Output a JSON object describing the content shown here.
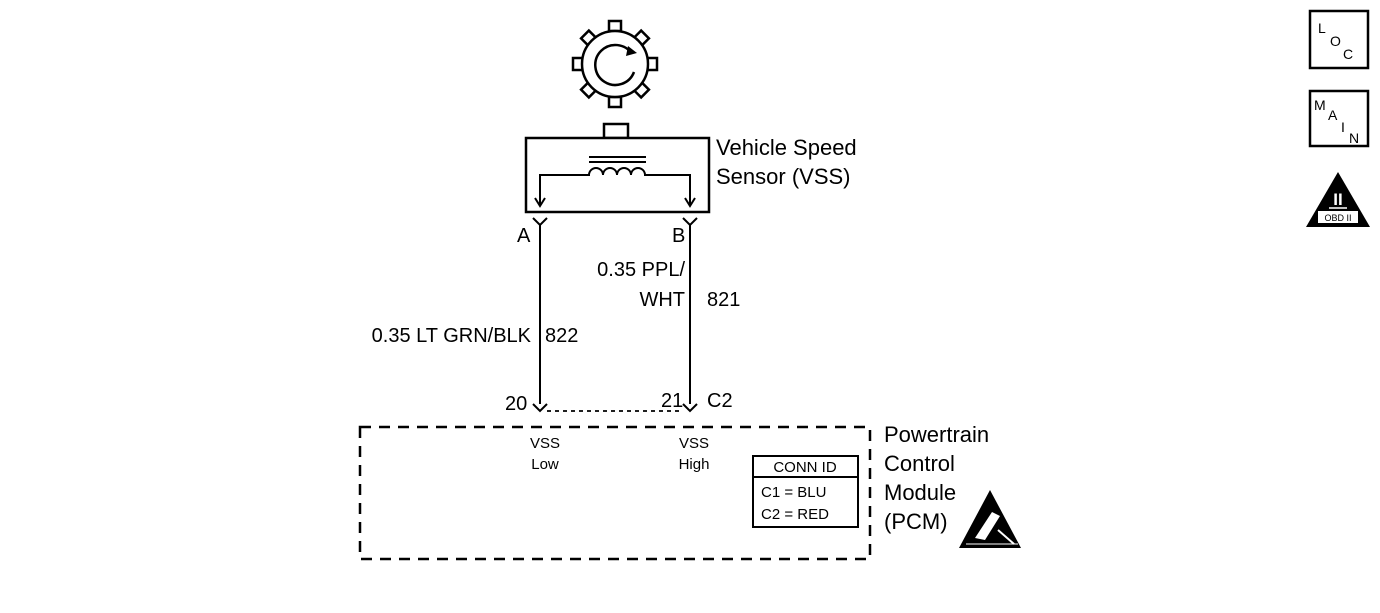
{
  "sensor": {
    "name_line1": "Vehicle Speed",
    "name_line2": "Sensor (VSS)",
    "pin_a": "A",
    "pin_b": "B"
  },
  "wires": {
    "a": {
      "gauge_color": "0.35 LT GRN/BLK",
      "circuit": "822"
    },
    "b": {
      "gauge_color_line1": "0.35 PPL/",
      "gauge_color_line2": "WHT",
      "circuit": "821"
    }
  },
  "pcm": {
    "pin_20": "20",
    "pin_21": "21",
    "connector": "C2",
    "vss_low_line1": "VSS",
    "vss_low_line2": "Low",
    "vss_high_line1": "VSS",
    "vss_high_line2": "High",
    "name_line1": "Powertrain",
    "name_line2": "Control",
    "name_line3": "Module",
    "name_line4": "(PCM)"
  },
  "conn_id": {
    "title": "CONN ID",
    "row1": "C1 = BLU",
    "row2": "C2 = RED"
  },
  "side_buttons": {
    "loc": {
      "l1": "L",
      "l2": "O",
      "l3": "C"
    },
    "main": {
      "l1": "M",
      "l2": "A",
      "l3": "I",
      "l4": "N"
    },
    "obd": {
      "symbol": "II",
      "label": "OBD II"
    }
  },
  "icons": {
    "reluctor": "rotating-reluctor-wheel-icon",
    "esd": "esd-sensitive-warning-icon",
    "obd": "obd-ii-triangle-icon"
  }
}
